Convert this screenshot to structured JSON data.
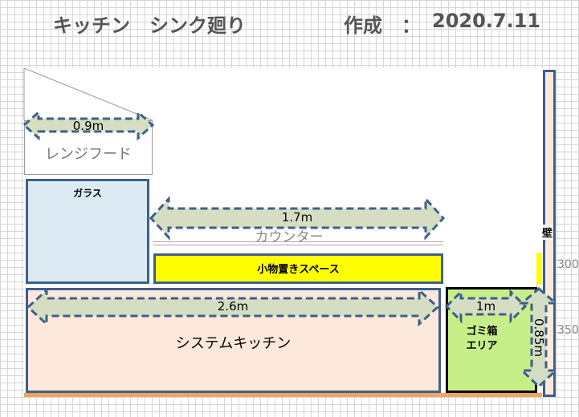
{
  "header": {
    "title": "キッチン　シンク廻り",
    "created_label": "作成　：",
    "date": "2020.7.11"
  },
  "areas": {
    "range_hood": "レンジフード",
    "glass": "ガラス",
    "counter": "カウンター",
    "shelf": "小物置きスペース",
    "system_kitchen": "システムキッチン",
    "trash": "ゴミ箱\nエリア",
    "wall": "壁"
  },
  "dimensions": {
    "hood_width": "0.9m",
    "counter_width": "1.7m",
    "kitchen_width": "2.6m",
    "trash_width": "1m",
    "trash_depth": "0.85m"
  },
  "side_marks": [
    "300",
    "350"
  ],
  "colors": {
    "frame": "#3e5f8a",
    "kitchen": "#fde9dc",
    "glass": "#dbeaf3",
    "shelf": "#ffff00",
    "trash": "#c6ef8a",
    "arrow": "#d5dec3",
    "floor": "#f2a35e"
  }
}
